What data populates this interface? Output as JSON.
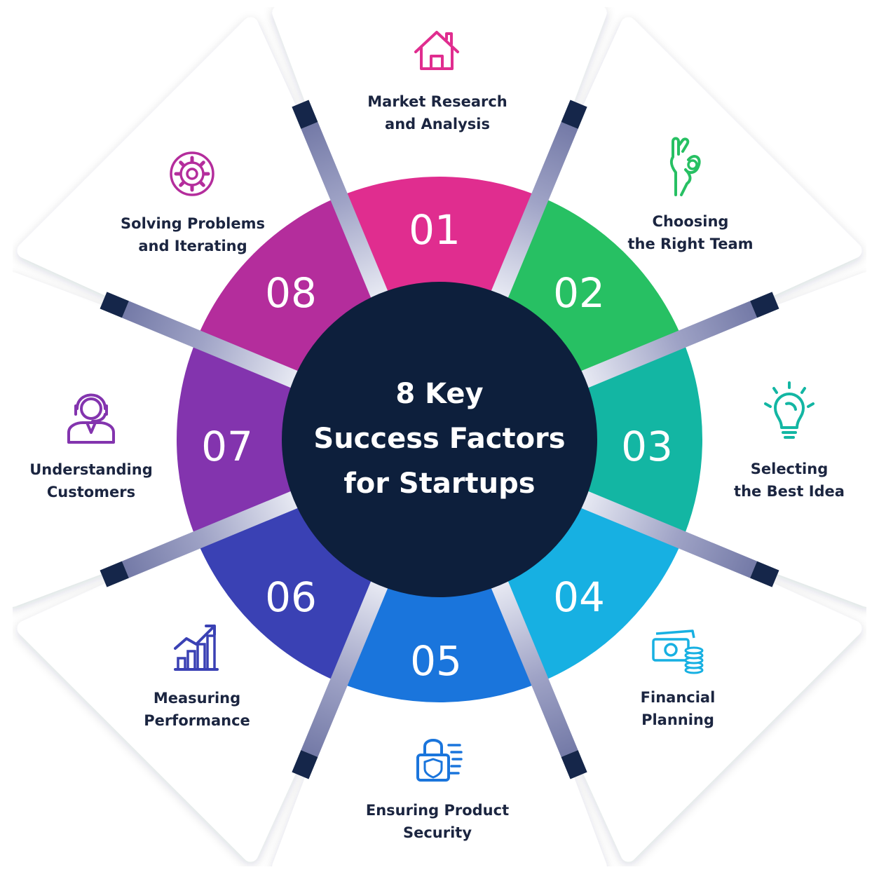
{
  "title": {
    "line1": "8 Key",
    "line2": "Success Factors",
    "line3": "for Startups"
  },
  "colors": {
    "hub": "#0d1f3c",
    "text": "#1b2540",
    "card": "#ffffff"
  },
  "factors": [
    {
      "number": "01",
      "line1": "Market Research",
      "line2": "and Analysis",
      "icon": "house-icon",
      "color": "#e02d8f"
    },
    {
      "number": "02",
      "line1": "Choosing",
      "line2": "the Right Team",
      "icon": "ok-hand-icon",
      "color": "#27c063"
    },
    {
      "number": "03",
      "line1": "Selecting",
      "line2": "the Best Idea",
      "icon": "lightbulb-icon",
      "color": "#13b6a3"
    },
    {
      "number": "04",
      "line1": "Financial",
      "line2": "Planning",
      "icon": "money-icon",
      "color": "#17b0e2"
    },
    {
      "number": "05",
      "line1": "Ensuring Product",
      "line2": "Security",
      "icon": "security-lock-icon",
      "color": "#1a75dc"
    },
    {
      "number": "06",
      "line1": "Measuring",
      "line2": "Performance",
      "icon": "growth-chart-icon",
      "color": "#3a41b4"
    },
    {
      "number": "07",
      "line1": "Understanding",
      "line2": "Customers",
      "icon": "support-agent-icon",
      "color": "#8334ae"
    },
    {
      "number": "08",
      "line1": "Solving Problems",
      "line2": "and Iterating",
      "icon": "gear-cycle-icon",
      "color": "#b42d9c"
    }
  ]
}
